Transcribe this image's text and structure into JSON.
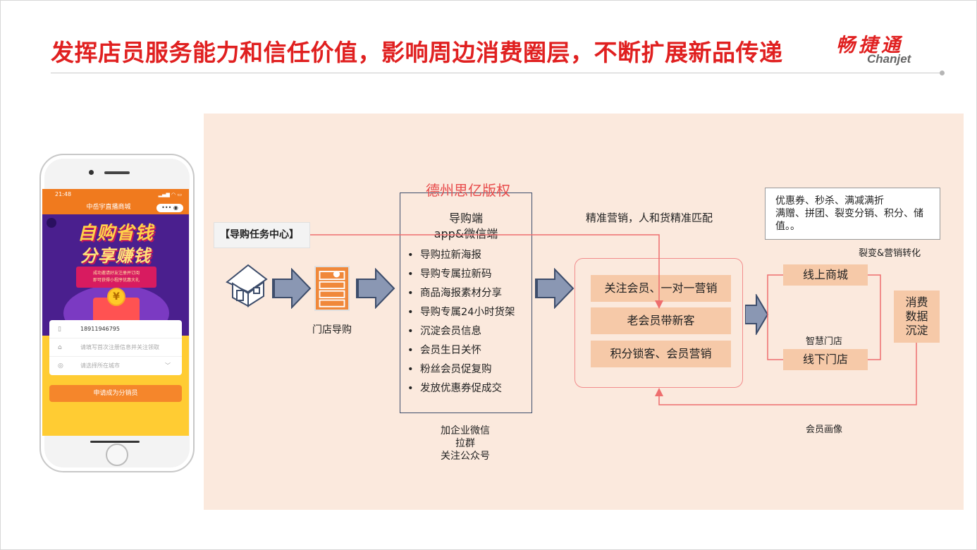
{
  "header": {
    "title": "发挥店员服务能力和信任价值，影响周边消费圈层，不断扩展新品传递",
    "logo_cn": "畅捷通",
    "logo_en": "Chanjet"
  },
  "phone": {
    "status_time": "21:48",
    "status_icons": "▂▄▆ ◠ ▭",
    "app_title": "中岳宇直播商城",
    "capsule": "••• ◉",
    "headline_1": "自购省钱",
    "headline_2": "分享赚钱",
    "ribbon_1": "成功邀请好友注册并订阅",
    "ribbon_2": "即可获得小程序优惠大礼",
    "coin_symbol": "¥",
    "form_phone_icon": "▯",
    "form_phone_value": "18911946795",
    "form_code_icon": "⌂",
    "form_code_placeholder": "请填写首次注册信息并关注领取",
    "form_store_icon": "◎",
    "form_store_placeholder": "请选择所在城市",
    "form_store_chevron": "﹀",
    "submit_label": "申请成为分销员"
  },
  "flow": {
    "task_center": "【导购任务中心】",
    "store_guide": "门店导购",
    "watermark": "德州思亿版权",
    "guide_title_1": "导购端",
    "guide_title_2": "app&微信端",
    "guide_items": [
      "导购拉新海报",
      "导购专属拉新码",
      "商品海报素材分享",
      "导购专属24小时货架",
      "沉淀会员信息",
      "会员生日关怀",
      "粉丝会员促复购",
      "发放优惠券促成交"
    ],
    "guide_below": [
      "加企业微信",
      "拉群",
      "关注公众号"
    ],
    "precision_marketing": "精准营销，人和货精准匹配",
    "member_items": [
      "关注会员、一对一营销",
      "老会员带新客",
      "积分锁客、会员营销"
    ],
    "benefits_line_1": "优惠券、秒杀、满减满折",
    "benefits_line_2": "满赠、拼团、裂变分销、积分、储值。。",
    "fission_label": "裂变&营销转化",
    "online_mall": "线上商城",
    "smart_store": "智慧门店",
    "offline_store": "线下门店",
    "consume_lines": [
      "消费",
      "数据",
      "沉淀"
    ],
    "member_portrait": "会员画像"
  },
  "colors": {
    "title_red": "#e02020",
    "panel_bg": "#fbe9dd",
    "item_fill": "#f6c9a8",
    "connector_red": "#ee6e6e",
    "arrow_fill": "#6b7a99"
  }
}
